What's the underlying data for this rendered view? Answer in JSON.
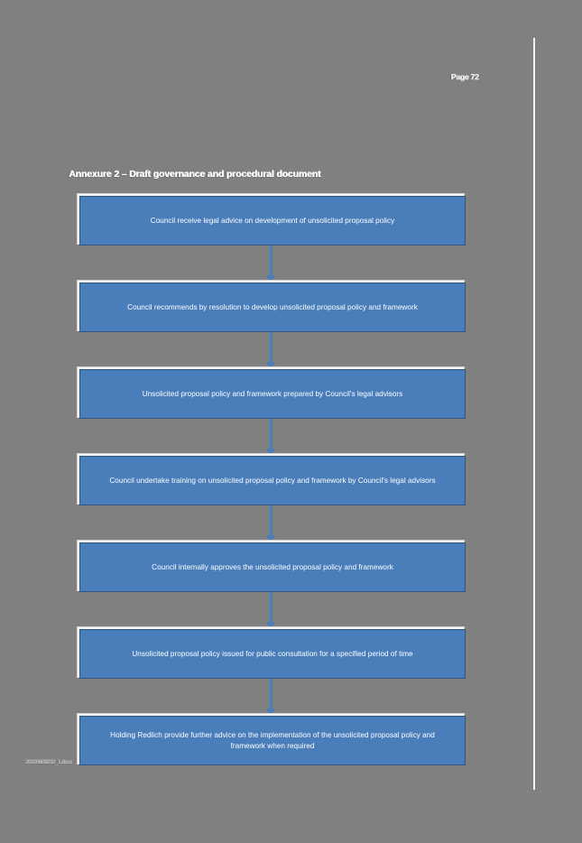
{
  "document": {
    "page_number_label": "Page 72",
    "section_title": "Annexure 2 – Draft governance and procedural document",
    "footer_reference": "20100609232_1.docx"
  },
  "colors": {
    "page_background": "#808080",
    "box_fill": "#4a7ebb",
    "box_border": "#31557f",
    "box_outer_highlight": "#f4f4f4",
    "connector": "#4a7ebb",
    "box_text": "#ffffff",
    "title_text": "#ffffff",
    "margin_rule": "#f2f2f2"
  },
  "flowchart": {
    "type": "flowchart",
    "orientation": "vertical-top-to-bottom",
    "connector_style": "single-arrow-down",
    "steps": [
      {
        "index": 1,
        "label": "Council receive legal advice on development of unsolicited proposal policy"
      },
      {
        "index": 2,
        "label": "Council recommends by resolution to develop unsolicited proposal policy and framework"
      },
      {
        "index": 3,
        "label": "Unsolicited proposal policy and framework prepared by Council's legal advisors"
      },
      {
        "index": 4,
        "label": "Council undertake training on unsolicited proposal policy and framework by Council's legal advisors"
      },
      {
        "index": 5,
        "label": "Council internally approves the unsolicited proposal policy and framework"
      },
      {
        "index": 6,
        "label": "Unsolicited proposal policy issued for public consultation for a specified period of time"
      },
      {
        "index": 7,
        "label": "Holding Redlich provide further advice on the implementation of the unsolicited proposal policy and framework when required"
      }
    ]
  }
}
